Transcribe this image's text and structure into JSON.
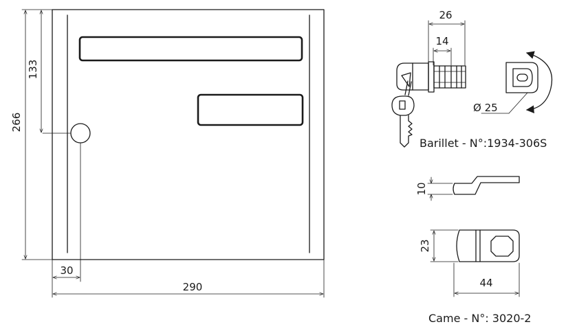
{
  "dimensions": {
    "height_total": "266",
    "height_lock": "133",
    "width_total": "290",
    "lock_offset": "30",
    "barrel_length": "26",
    "barrel_inner": "14",
    "barrel_diameter": "Ø 25",
    "cam_thickness": "10",
    "cam_width": "23",
    "cam_length": "44"
  },
  "captions": {
    "barrel": "Barillet - N°:1934-306S",
    "cam": "Came - N°: 3020-2"
  }
}
